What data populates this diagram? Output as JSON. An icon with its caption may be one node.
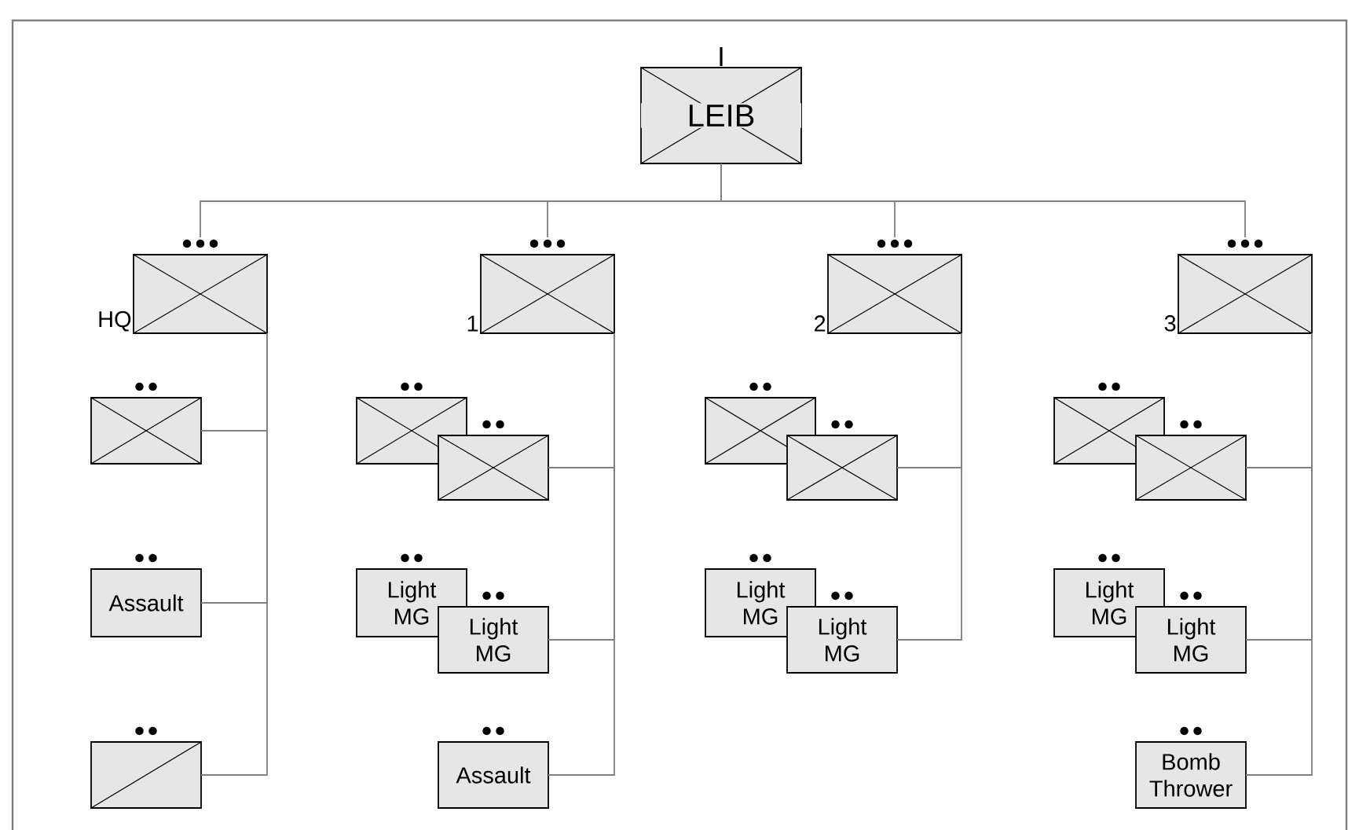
{
  "diagram": {
    "nodes": [
      {
        "text": [
          "LEIB"
        ]
      },
      {
        "text": [],
        "shape": "box",
        "beside": [
          "HQ"
        ]
      },
      {
        "text": [],
        "shape": "box",
        "beside": [
          "1"
        ]
      },
      {
        "text": [],
        "shape": "box",
        "beside": [
          "2"
        ]
      },
      {
        "text": [],
        "shape": "box",
        "beside": [
          "3"
        ]
      },
      {
        "text": [],
        "shape": "box"
      },
      {
        "text": [
          "Assault"
        ]
      },
      {
        "text": [],
        "shape": "box"
      },
      {
        "text": [],
        "shape": "box"
      },
      {
        "text": [],
        "shape": "box"
      },
      {
        "text": [
          "Light MG"
        ]
      },
      {
        "text": [
          "Light MG"
        ]
      },
      {
        "text": [
          "Assault"
        ]
      },
      {
        "text": [],
        "shape": "box"
      },
      {
        "text": [],
        "shape": "box"
      },
      {
        "text": [
          "Light MG"
        ]
      },
      {
        "text": [
          "Light MG"
        ]
      },
      {
        "text": [],
        "shape": "box"
      },
      {
        "text": [],
        "shape": "box"
      },
      {
        "text": [
          "Light MG"
        ]
      },
      {
        "text": [
          "Light MG"
        ]
      },
      {
        "text": [
          "Bomb Thrower"
        ]
      }
    ],
    "edges": [
      {
        "from": 0,
        "to": 1,
        "arrow": "none"
      },
      {
        "from": 0,
        "to": 2,
        "arrow": "none"
      },
      {
        "from": 0,
        "to": 3,
        "arrow": "none"
      },
      {
        "from": 0,
        "to": 4,
        "arrow": "none"
      },
      {
        "from": 1,
        "to": 5,
        "arrow": "none"
      },
      {
        "from": 1,
        "to": 6,
        "arrow": "none"
      },
      {
        "from": 1,
        "to": 7,
        "arrow": "none"
      },
      {
        "from": 2,
        "to": 9,
        "arrow": "none"
      },
      {
        "from": 2,
        "to": 11,
        "arrow": "none"
      },
      {
        "from": 2,
        "to": 12,
        "arrow": "none"
      },
      {
        "from": 3,
        "to": 14,
        "arrow": "none"
      },
      {
        "from": 3,
        "to": 16,
        "arrow": "none"
      },
      {
        "from": 4,
        "to": 18,
        "arrow": "none"
      },
      {
        "from": 4,
        "to": 20,
        "arrow": "none"
      },
      {
        "from": 4,
        "to": 21,
        "arrow": "none"
      }
    ]
  }
}
